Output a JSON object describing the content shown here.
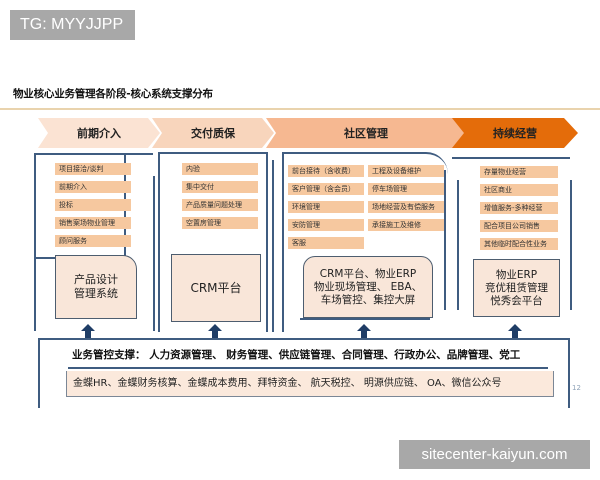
{
  "watermarks": {
    "top": "TG: MYYJJPP",
    "bottom": "sitecenter-kaiyun.com"
  },
  "title": "物业核心业务管理各阶段-核心系统支撑分布",
  "colors": {
    "stage_light": "#fbe3d3",
    "stage_mid": "#f8cba9",
    "stage_strong": "#f5b58c",
    "stage_accent": "#e46c0a",
    "frame": "#3f5c80",
    "tag": "#f6c89f",
    "system_box": "#f9e6d9"
  },
  "stages": [
    {
      "label": "前期介入",
      "tasks": [
        "项目接洽/谈判",
        "前期介入",
        "投标",
        "销售案场物业管理",
        "顾问服务"
      ],
      "system": "产品设计\n管理系统"
    },
    {
      "label": "交付质保",
      "tasks": [
        "内验",
        "集中交付",
        "产品质量问题处理",
        "空置房管理"
      ],
      "system": "CRM平台"
    },
    {
      "label": "社区管理",
      "tasks_left": [
        "前台接待（含收费）",
        "客户管理（含会员）",
        "环境管理",
        "安防管理",
        "客服"
      ],
      "tasks_right": [
        "工程及设备维护",
        "停车场管理",
        "场地经营及有偿服务",
        "承接施工及维修"
      ],
      "system": "CRM平台、物业ERP\n物业现场管理、   EBA、\n车场管控、集控大屏"
    },
    {
      "label": "持续经营",
      "tasks": [
        "存量物业经营",
        "社区商业",
        "增值服务-多种经营",
        "配合项目公司销售",
        "其他临时配合性业务"
      ],
      "system": "物业ERP\n竞优租赁管理\n悦秀会平台"
    }
  ],
  "support": {
    "label": "业务管控支撑：  人力资源管理、  财务管理、供应链管理、合同管理、行政办公、品牌管理、党工",
    "systems": "金蝶HR、金蝶财务核算、金蝶成本费用、拜特资金、    航天税控、    明源供应链、   OA、微信公众号"
  },
  "page_number": "12"
}
